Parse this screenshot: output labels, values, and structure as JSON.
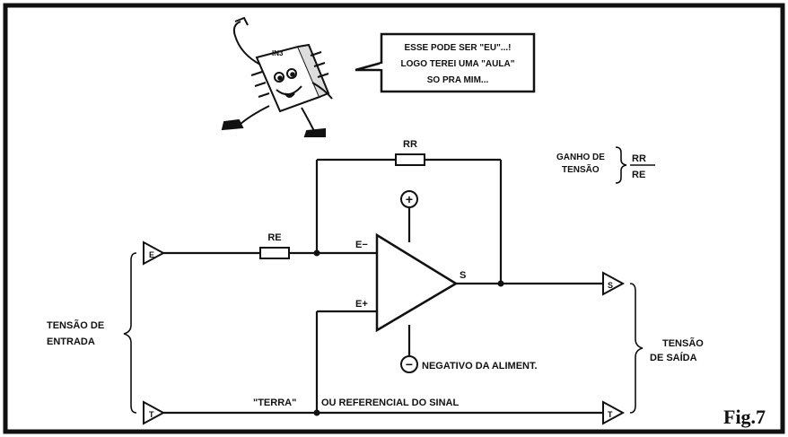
{
  "speech_bubble": {
    "line1": "ESSE PODE SER \"EU\"...!",
    "line2": "LOGO TEREI UMA \"AULA\"",
    "line3": "SO PRA MIM..."
  },
  "gain": {
    "label_line1": "GANHO DE",
    "label_line2": "TENSÃO",
    "numerator": "RR",
    "denominator": "RE"
  },
  "components": {
    "feedback_resistor": "RR",
    "input_resistor": "RE",
    "positive_supply": "+",
    "negative_supply": "−",
    "negative_supply_label": "NEGATIVO DA ALIMENT.",
    "inverting_input": "E−",
    "noninverting_input": "E+",
    "output": "S"
  },
  "terminals": {
    "input_e": "E",
    "input_t": "T",
    "output_s": "S",
    "output_t": "T"
  },
  "labels": {
    "input_voltage_line1": "TENSÃO DE",
    "input_voltage_line2": "ENTRADA",
    "output_voltage_line1": "TENSÃO",
    "output_voltage_line2": "DE SAÍDA",
    "ground_quoted": "\"TERRA\"",
    "ground_rest": "OU REFERENCIAL DO SINAL",
    "figure": "Fig.7"
  }
}
